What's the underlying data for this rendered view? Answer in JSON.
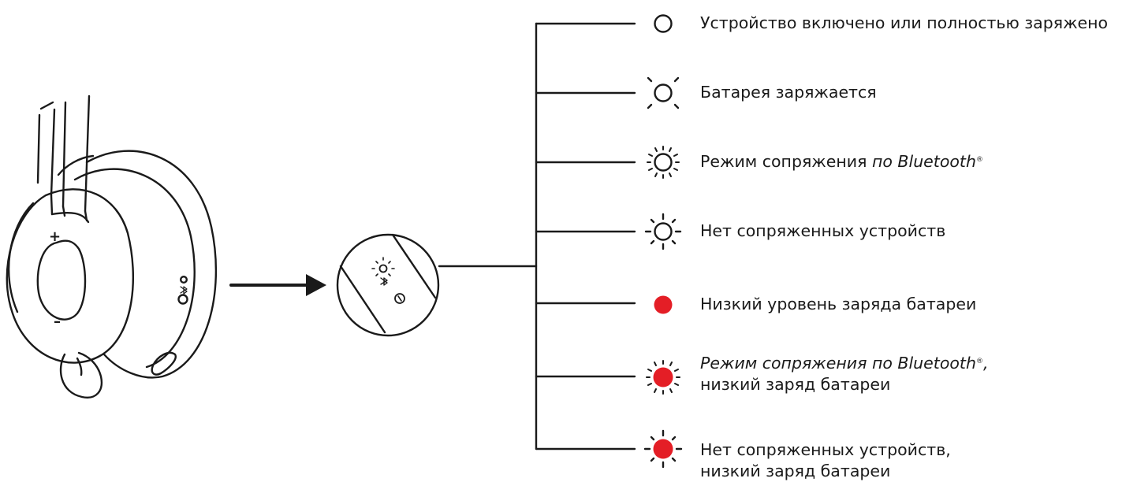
{
  "legend": {
    "items": [
      {
        "id": "on",
        "text": "Устройство включено или полностью заряжено",
        "led": "white",
        "blink": "steady"
      },
      {
        "id": "charging",
        "text": "Батарея заряжается",
        "led": "white",
        "blink": "short"
      },
      {
        "id": "pairing",
        "text_main": "Режим сопряжения ",
        "text_italic": "по Bluetooth",
        "mark": "®",
        "led": "white",
        "blink": "fast"
      },
      {
        "id": "no-paired",
        "text": "Нет сопряженных устройств",
        "led": "white",
        "blink": "slow"
      },
      {
        "id": "low-battery",
        "text": "Низкий уровень заряда батареи",
        "led": "red",
        "blink": "steady"
      },
      {
        "id": "pairing-low",
        "text_italic": "Режим сопряжения по Bluetooth",
        "mark": "®",
        "comma": ",",
        "text_line2": "низкий заряд батареи",
        "led": "red",
        "blink": "fast"
      },
      {
        "id": "no-paired-low",
        "text_line1": "Нет сопряженных устройств,",
        "text_line2": "низкий заряд батареи",
        "led": "red",
        "blink": "slow"
      }
    ]
  },
  "headset": {
    "volume_up_symbol": "+",
    "volume_down_symbol": "–"
  },
  "colors": {
    "line": "#1a1a1a",
    "led_red": "#e41e26",
    "text": "#1a1a1a"
  }
}
